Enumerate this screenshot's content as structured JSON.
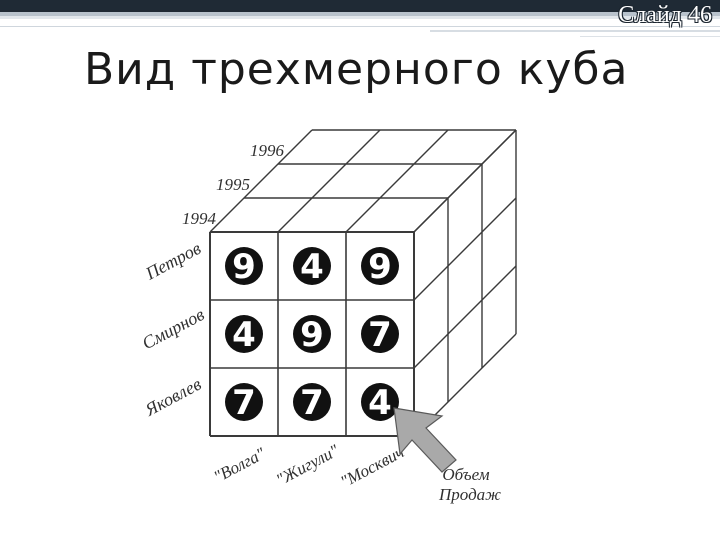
{
  "slide": {
    "number_label": "Слайд 46",
    "title": "Вид трехмерного куба"
  },
  "cube": {
    "years": [
      "1996",
      "1995",
      "1994"
    ],
    "salespeople": [
      "Петров",
      "Смирнов",
      "Яковлев"
    ],
    "cars": [
      "\"Волга\"",
      "\"Жигули\"",
      "\"Москвич\""
    ],
    "values": [
      [
        9,
        4,
        9
      ],
      [
        4,
        9,
        7
      ],
      [
        7,
        7,
        4
      ]
    ],
    "pointer_label_line1": "Объем",
    "pointer_label_line2": "Продаж"
  },
  "colors": {
    "band_dark": "#1f2a35",
    "band_light": "#d5dbe1",
    "grid": "#3a3a3a",
    "digit_circle": "#111111",
    "arrow": "#a9a9a9"
  }
}
